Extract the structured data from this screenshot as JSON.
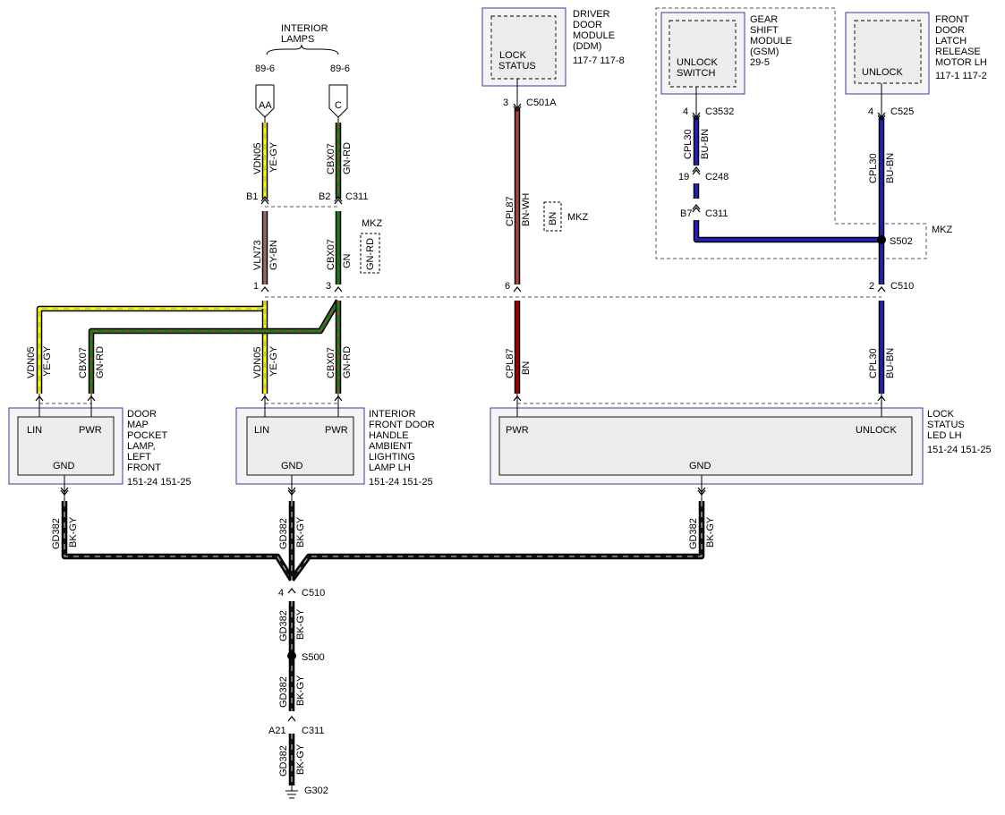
{
  "labels": {
    "interior_lamps": [
      "INTERIOR",
      "LAMPS"
    ],
    "ref_aa": "89-6",
    "ref_c": "89-6",
    "tag_aa": "AA",
    "tag_c": "C",
    "mkz": "MKZ"
  },
  "components": {
    "ddm": {
      "name_lines": [
        "DRIVER",
        "DOOR",
        "MODULE",
        "(DDM)"
      ],
      "refs": "117-7   117-8",
      "pin_label": [
        "LOCK",
        "STATUS"
      ]
    },
    "gsm": {
      "name_lines": [
        "GEAR",
        "SHIFT",
        "MODULE",
        "(GSM)",
        "29-5"
      ],
      "pin_label": [
        "UNLOCK",
        "SWITCH"
      ]
    },
    "latch": {
      "name_lines": [
        "FRONT",
        "DOOR",
        "LATCH",
        "RELEASE",
        "MOTOR LH"
      ],
      "refs": "117-1   117-2",
      "pin_label": "UNLOCK"
    },
    "map_lamp": {
      "name_lines": [
        "DOOR",
        "MAP",
        "POCKET",
        "LAMP,",
        "LEFT",
        "FRONT"
      ],
      "refs": "151-24   151-25",
      "pin_lin": "LIN",
      "pin_pwr": "PWR",
      "pin_gnd": "GND"
    },
    "handle_lamp": {
      "name_lines": [
        "INTERIOR",
        "FRONT DOOR",
        "HANDLE",
        "AMBIENT",
        "LIGHTING",
        "LAMP LH"
      ],
      "refs": "151-24   151-25",
      "pin_lin": "LIN",
      "pin_pwr": "PWR",
      "pin_gnd": "GND"
    },
    "led": {
      "name_lines": [
        "LOCK",
        "STATUS",
        "LED LH"
      ],
      "refs": "151-24   151-25",
      "pin_pwr": "PWR",
      "pin_unlock": "UNLOCK",
      "pin_gnd": "GND"
    }
  },
  "connectors": {
    "c501a": {
      "pin": "3",
      "name": "C501A"
    },
    "c3532": {
      "pin": "4",
      "name": "C3532"
    },
    "c525": {
      "pin": "4",
      "name": "C525"
    },
    "c248": {
      "pin": "19",
      "name": "C248"
    },
    "c311_upper": {
      "pin_left": "B1",
      "pin_right": "B2",
      "name": "C311"
    },
    "c311_b7": {
      "pin": "B7",
      "name": "C311"
    },
    "c510_top": {
      "pin_1": "1",
      "pin_3": "3",
      "pin_6": "6",
      "pin_2": "2",
      "name": "C510"
    },
    "c510_ground": {
      "pin": "4",
      "name": "C510"
    },
    "c311_ground": {
      "pin": "A21",
      "name": "C311"
    },
    "s502": "S502",
    "s500": "S500",
    "g302": "G302"
  },
  "wires": {
    "vdn05_top": {
      "circuit": "VDN05",
      "color": "YE-GY"
    },
    "cbx07_top": {
      "circuit": "CBX07",
      "color": "GN-RD"
    },
    "vln73": {
      "circuit": "VLN73",
      "color": "GY-BN"
    },
    "cbx07_mid": {
      "circuit": "CBX07",
      "color": "GN",
      "alt_color": "GN-RD"
    },
    "cpl87_top": {
      "circuit": "CPL87",
      "color": "BN-WH",
      "alt_color": "BN"
    },
    "cpl30_gsm": {
      "circuit": "CPL30",
      "color": "BU-BN"
    },
    "cpl30_latch": {
      "circuit": "CPL30",
      "color": "BU-BN"
    },
    "vdn05_map": {
      "circuit": "VDN05",
      "color": "YE-GY"
    },
    "cbx07_map": {
      "circuit": "CBX07",
      "color": "GN-RD"
    },
    "vdn05_handle": {
      "circuit": "VDN05",
      "color": "YE-GY"
    },
    "cbx07_handle": {
      "circuit": "CBX07",
      "color": "GN-RD"
    },
    "cpl87_led": {
      "circuit": "CPL87",
      "color": "BN"
    },
    "cpl30_led": {
      "circuit": "CPL30",
      "color": "BU-BN"
    },
    "gd382_map": {
      "circuit": "GD382",
      "color": "BK-GY"
    },
    "gd382_handle": {
      "circuit": "GD382",
      "color": "BK-GY"
    },
    "gd382_led": {
      "circuit": "GD382",
      "color": "BK-GY"
    },
    "gd382_g1": {
      "circuit": "GD382",
      "color": "BK-GY"
    },
    "gd382_g2": {
      "circuit": "GD382",
      "color": "BK-GY"
    },
    "gd382_g3": {
      "circuit": "GD382",
      "color": "BK-GY"
    }
  },
  "wire_colors": {
    "yellow": "#ffff00",
    "green": "#1f7a1f",
    "red": "#a00000",
    "brown_red": "#a84444",
    "blue": "#2222bb",
    "gray_brown": "#9a6a6a",
    "black": "#111111",
    "white": "#ffffff",
    "box_border": "#3a3aa0"
  }
}
